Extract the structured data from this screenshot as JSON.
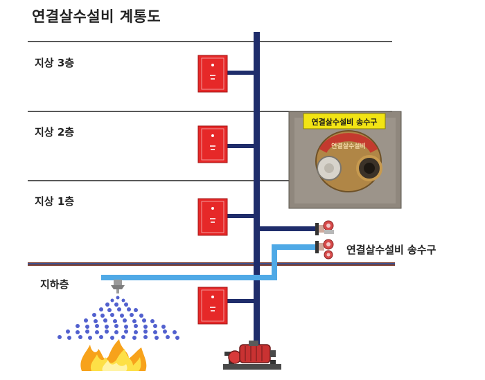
{
  "title": "연결살수설비 계통도",
  "floors": [
    {
      "label": "지상 3층"
    },
    {
      "label": "지상 2층"
    },
    {
      "label": "지상 1층"
    }
  ],
  "basement_label": "지하층",
  "inlet_label": "연결살수설비 송수구",
  "photo": {
    "sign_text": "연결살수설비 송수구",
    "plate_text": "연결살수설비"
  },
  "colors": {
    "riser": "#1f2d6b",
    "branch_pipe": "#4fa9e6",
    "cabinet": "#e62828",
    "floor_line": "#222222",
    "ground_line": "#7a3b2c"
  }
}
